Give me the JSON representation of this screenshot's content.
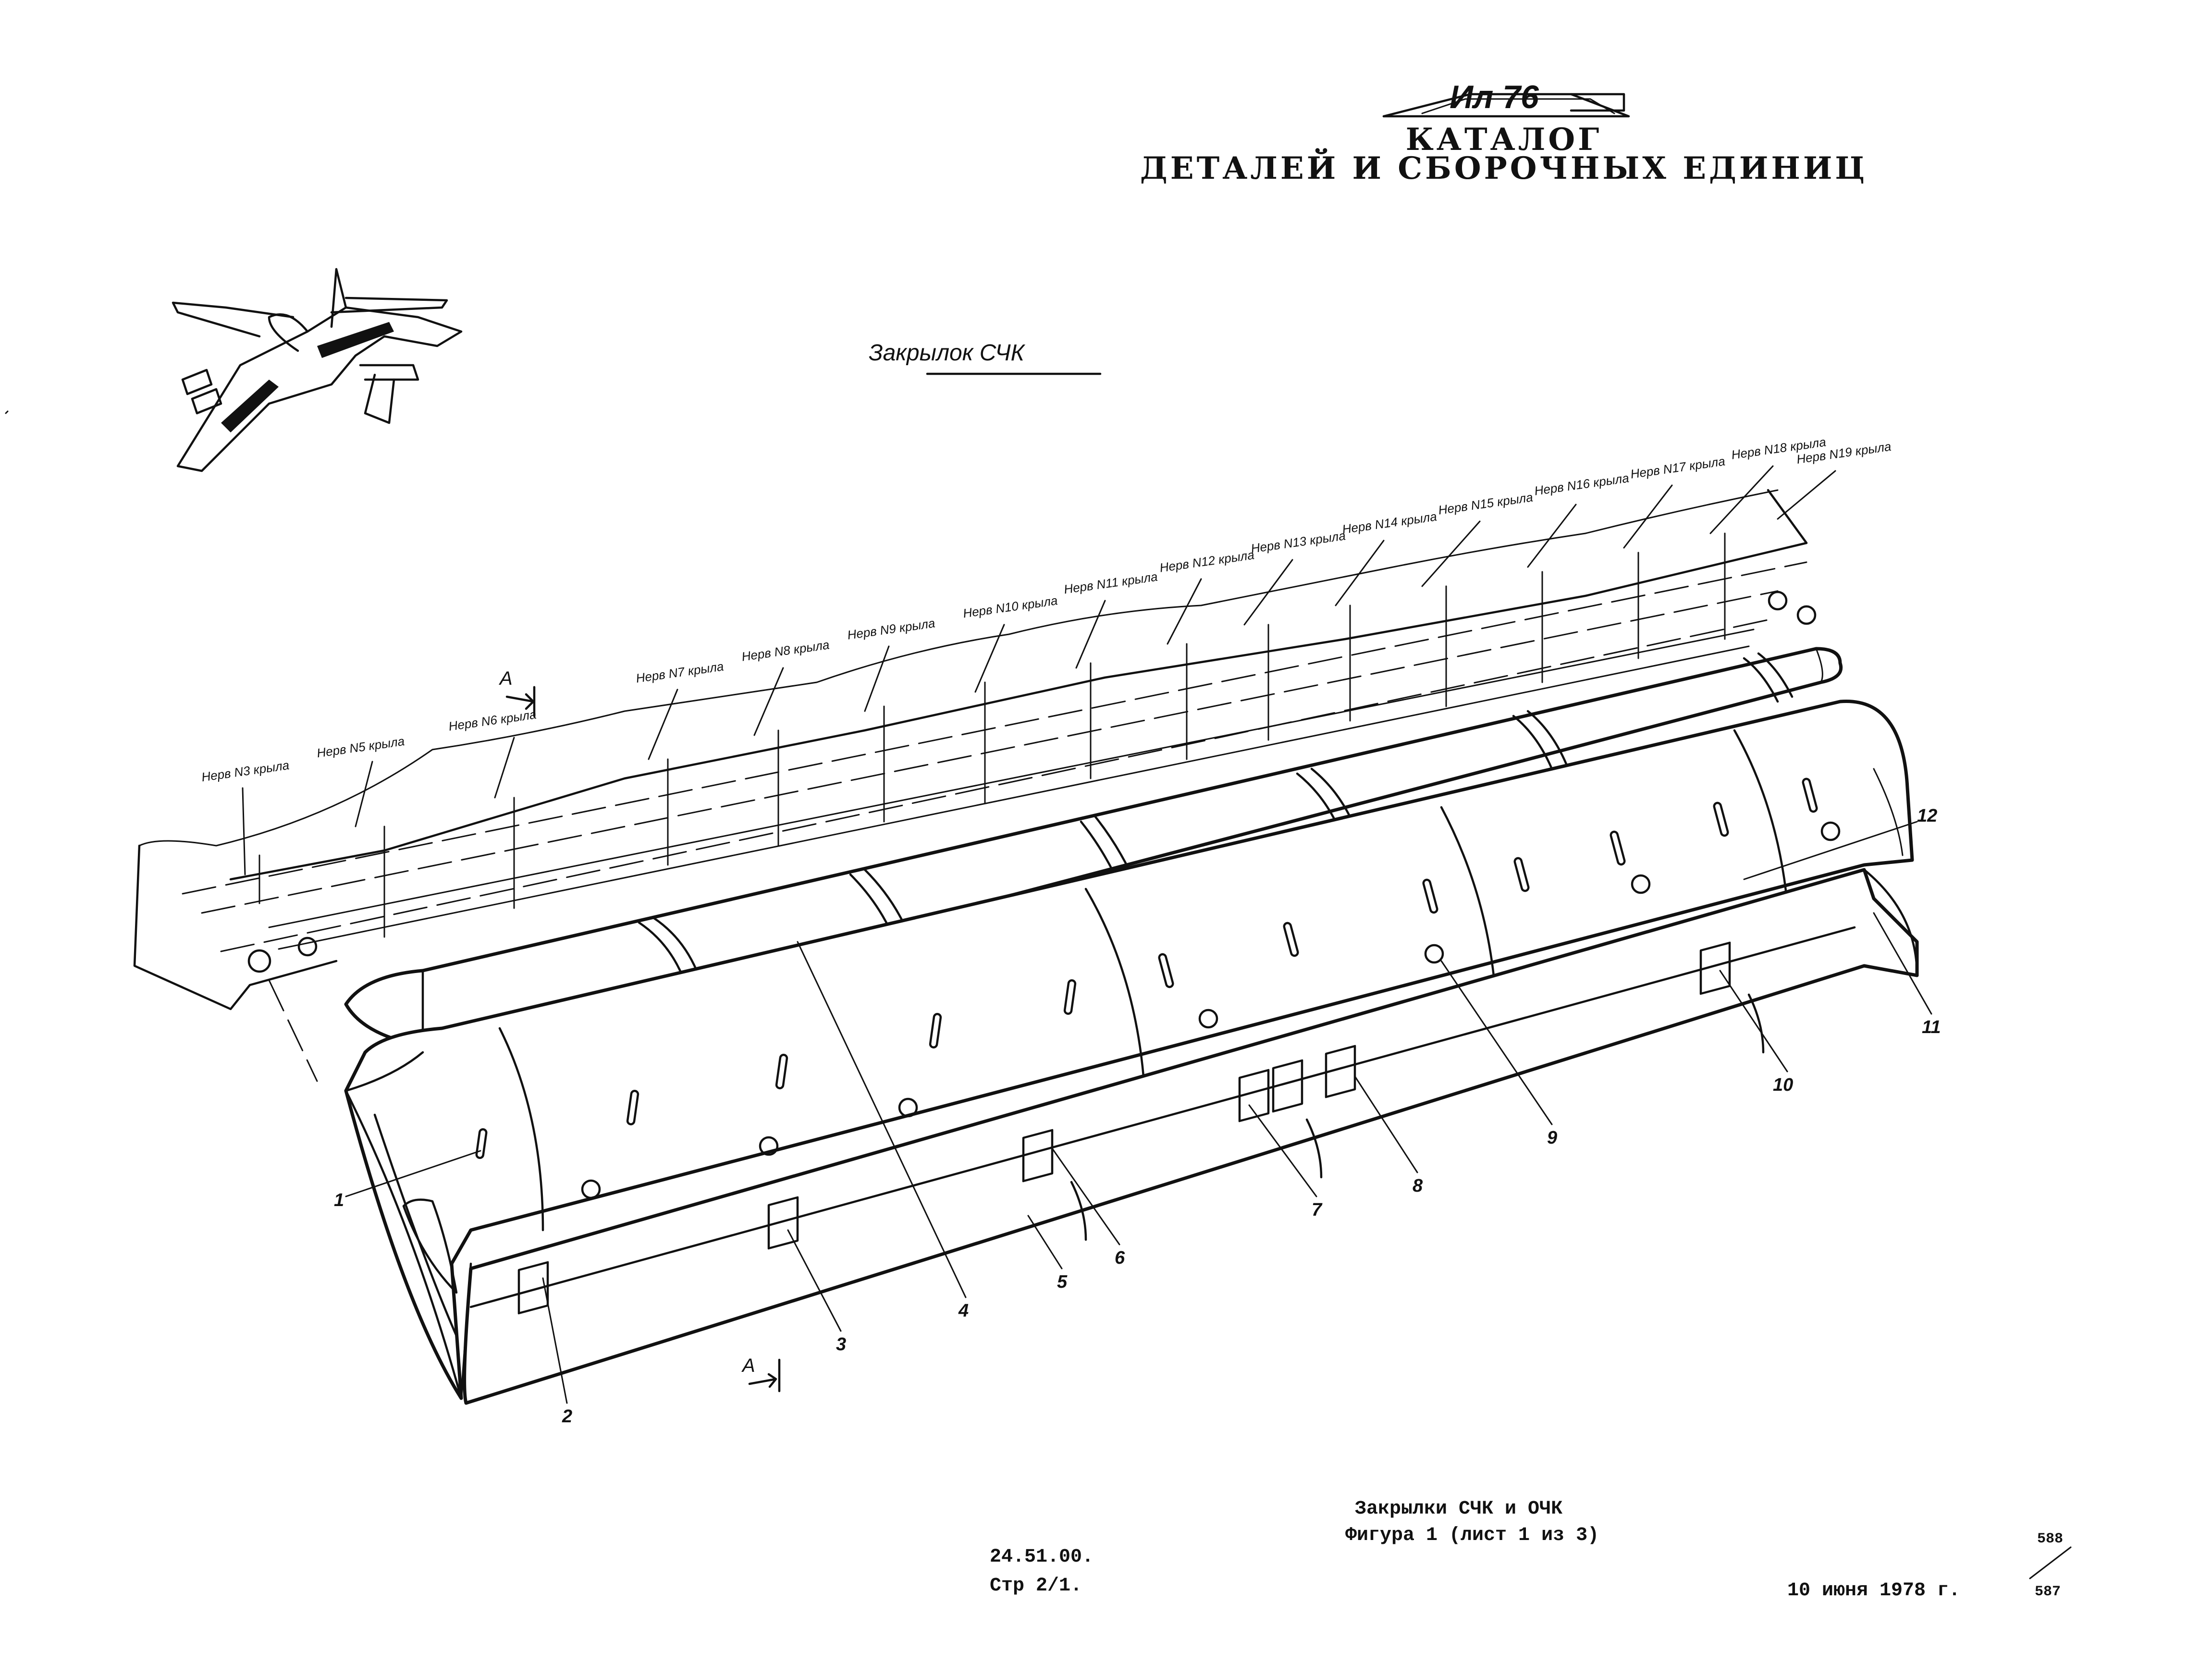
{
  "header": {
    "logo_text": "Ил 76",
    "title_line1": "КАТАЛОГ",
    "title_line2": "ДЕТАЛЕЙ И СБОРОЧНЫХ ЕДИНИЦ"
  },
  "drawing": {
    "title": "Закрылок СЧК",
    "section_label": "А",
    "rib_labels": [
      "Нерв N3 крыла",
      "Нерв N5 крыла",
      "Нерв N6 крыла",
      "Нерв N7 крыла",
      "Нерв N8 крыла",
      "Нерв N9 крыла",
      "Нерв N10 крыла",
      "Нерв N11 крыла",
      "Нерв N12 крыла",
      "Нерв N13 крыла",
      "Нерв N14 крыла",
      "Нерв N15 крыла",
      "Нерв N16 крыла",
      "Нерв N17 крыла",
      "Нерв N18 крыла",
      "Нерв N19 крыла"
    ],
    "callouts": [
      "1",
      "2",
      "3",
      "4",
      "5",
      "6",
      "7",
      "8",
      "9",
      "10",
      "11",
      "12"
    ]
  },
  "footer": {
    "doc_number": "24.51.00.",
    "page_ref": "Стр 2/1.",
    "caption_line1": "Закрылки СЧК и ОЧК",
    "caption_line2": "Фигура 1 (лист 1 из 3)",
    "date": "10 июня 1978 г.",
    "sheet_top": "588",
    "sheet_bottom": "587"
  }
}
